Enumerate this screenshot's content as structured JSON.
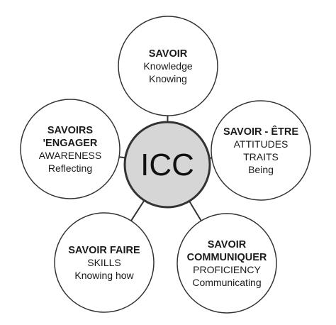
{
  "center": {
    "label": "ICC",
    "fill": "#d6d6d6"
  },
  "outer_fill": "#ffffff",
  "stroke_color": "#333333",
  "nodes": [
    {
      "id": "savoir",
      "title": [
        "SAVOIR"
      ],
      "lines": [
        "Knowledge",
        "Knowing"
      ]
    },
    {
      "id": "savoir-etre",
      "title": [
        "SAVOIR - ÊTRE"
      ],
      "lines": [
        "ATTITUDES",
        "TRAITS",
        "Being"
      ]
    },
    {
      "id": "savoir-communiquer",
      "title": [
        "SAVOIR",
        "COMMUNIQUER"
      ],
      "lines": [
        "PROFICIENCY",
        "Communicating"
      ]
    },
    {
      "id": "savoir-faire",
      "title": [
        "SAVOIR FAIRE"
      ],
      "lines": [
        "SKILLS",
        "Knowing how"
      ]
    },
    {
      "id": "savoirs-engager",
      "title": [
        "SAVOIRS",
        "'ENGAGER"
      ],
      "lines": [
        "AWARENESS",
        "Reflecting"
      ]
    }
  ]
}
